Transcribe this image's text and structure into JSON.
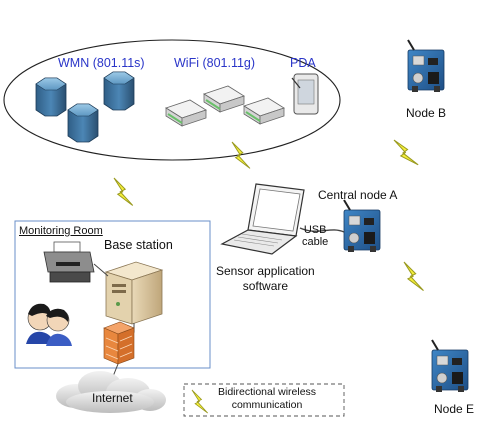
{
  "network": {
    "wmn_label": "WMN (801.11s)",
    "wifi_label": "WiFi (801.11g)",
    "pda_label": "PDA"
  },
  "nodes": {
    "node_b": "Node B",
    "central": "Central node A",
    "node_e": "Node E"
  },
  "link": {
    "usb_line1": "USB",
    "usb_line2": "cable"
  },
  "laptop": {
    "line1": "Sensor application",
    "line2": "software"
  },
  "room": {
    "title": "Monitoring Room",
    "base_station": "Base station"
  },
  "internet": "Internet",
  "legend": {
    "line1": "Bidirectional wireless",
    "line2": "communication"
  },
  "colors": {
    "label_blue": "#2a35c8",
    "bolt_yellow": "#f5ef3a",
    "bolt_stroke": "#9a9a20",
    "room_border": "#6a8fc8",
    "hexagon_blue": "#3b6f9c",
    "sensor_board": "#2a6aa8"
  }
}
